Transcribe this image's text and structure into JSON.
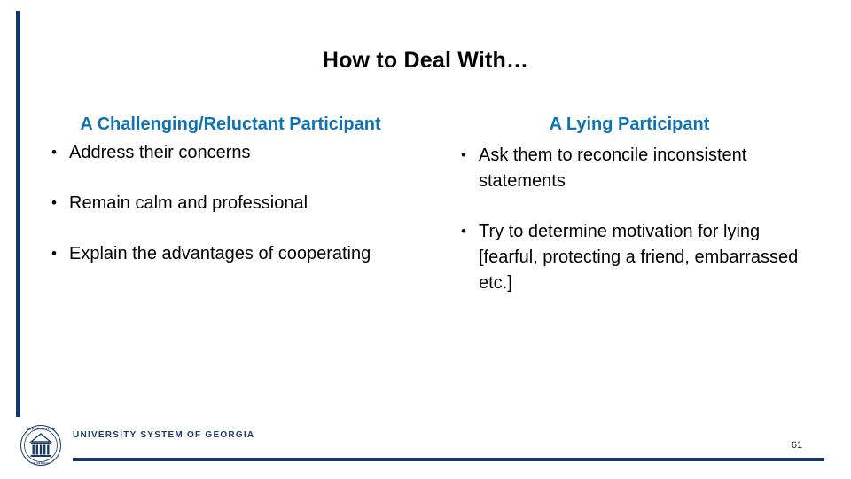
{
  "slide": {
    "title": "How to Deal With…",
    "accent_blue": "#0f73b2",
    "accent_navy": "#14366b",
    "body_color": "#000000",
    "background": "#ffffff"
  },
  "columns": [
    {
      "heading": "A Challenging/Reluctant Participant",
      "bullets": [
        "Address their concerns",
        "Remain calm and professional",
        "Explain the advantages of cooperating"
      ]
    },
    {
      "heading": "A Lying Participant",
      "bullets": [
        "Ask them to reconcile inconsistent statements",
        "Try to determine motivation for lying [fearful, protecting a friend, embarrassed etc.]"
      ]
    }
  ],
  "footer": {
    "logo_icon": "university-seal-icon",
    "wordmark": "UNIVERSITY SYSTEM OF GEORGIA",
    "page_number": "61"
  }
}
